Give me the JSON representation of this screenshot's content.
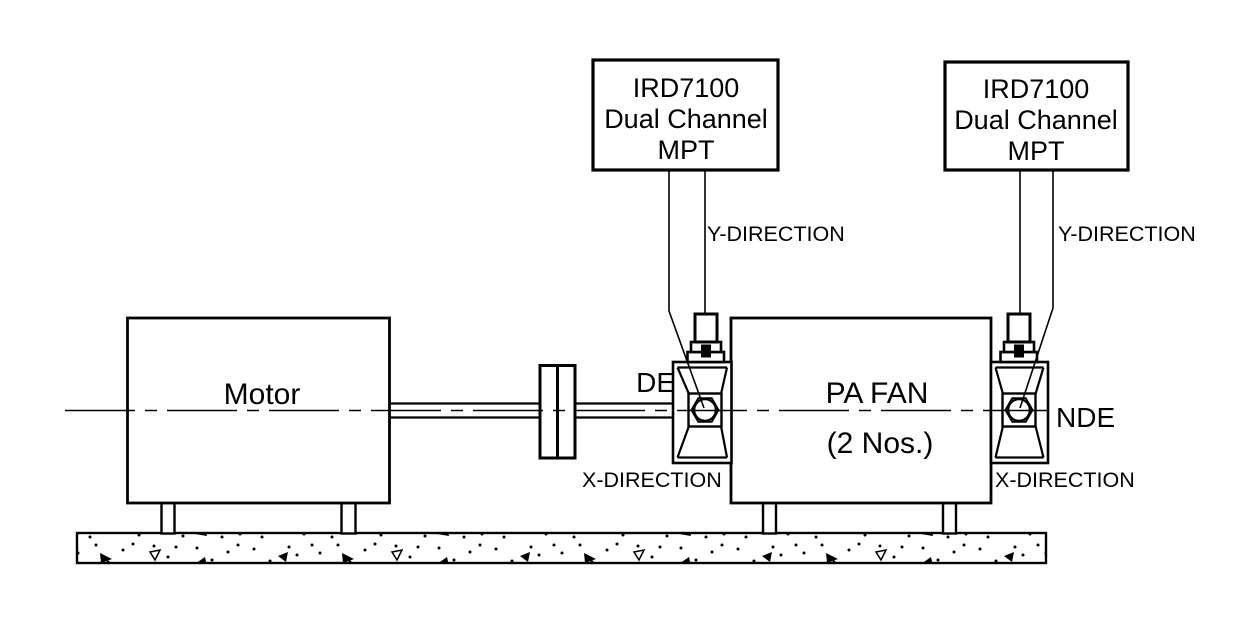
{
  "diagram": {
    "instrument_left": {
      "line1": "IRD7100",
      "line2": "Dual Channel",
      "line3": "MPT"
    },
    "instrument_right": {
      "line1": "IRD7100",
      "line2": "Dual Channel",
      "line3": "MPT"
    },
    "motor_label": "Motor",
    "fan_label_line1": "PA FAN",
    "fan_label_line2": "(2 Nos.)",
    "de_label": "DE",
    "nde_label": "NDE",
    "y_direction_left": "Y-DIRECTION",
    "y_direction_right": "Y-DIRECTION",
    "x_direction_left": "X-DIRECTION",
    "x_direction_right": "X-DIRECTION",
    "colors": {
      "line_color": "#000000",
      "background": "#ffffff"
    }
  }
}
